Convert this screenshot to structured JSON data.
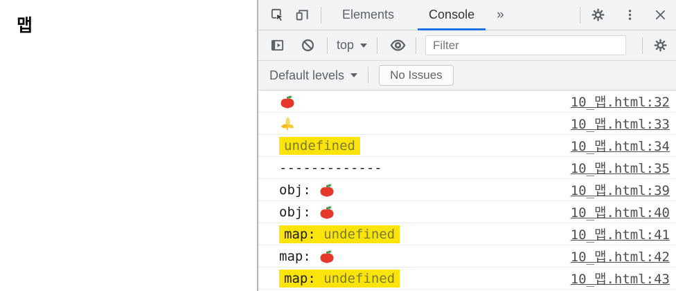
{
  "page": {
    "heading": "맵"
  },
  "devtools": {
    "tabbar": {
      "tabs": [
        {
          "label": "Elements",
          "active": false
        },
        {
          "label": "Console",
          "active": true
        }
      ],
      "more_tabs_label": "»",
      "icons": [
        "inspect",
        "device-toolbar",
        "settings-gear",
        "kebab-menu",
        "close"
      ]
    },
    "toolbar": {
      "context_selector": "top",
      "filter_placeholder": "Filter",
      "filter_value": "",
      "icons": [
        "show-console-sidebar",
        "clear-console",
        "eye-live-expression",
        "settings-gear"
      ]
    },
    "levelsbar": {
      "levels_label": "Default levels",
      "issues_label": "No Issues"
    },
    "console": {
      "rows": [
        {
          "parts": [
            {
              "emoji": "apple",
              "char": "🍎"
            }
          ],
          "source": "10_맵.html:32"
        },
        {
          "parts": [
            {
              "emoji": "banana",
              "char": "🍌"
            }
          ],
          "source": "10_맵.html:33"
        },
        {
          "parts": [
            {
              "text": "undefined",
              "style": "undefined",
              "highlight": true
            }
          ],
          "source": "10_맵.html:34"
        },
        {
          "parts": [
            {
              "text": "-------------"
            }
          ],
          "source": "10_맵.html:35"
        },
        {
          "parts": [
            {
              "text": "obj: "
            },
            {
              "emoji": "apple",
              "char": "🍎"
            }
          ],
          "source": "10_맵.html:39"
        },
        {
          "parts": [
            {
              "text": "obj: "
            },
            {
              "emoji": "apple",
              "char": "🍎"
            }
          ],
          "source": "10_맵.html:40"
        },
        {
          "parts": [
            {
              "text": "map: ",
              "highlight": true
            },
            {
              "text": "undefined",
              "style": "undefined",
              "highlight": true
            }
          ],
          "source": "10_맵.html:41"
        },
        {
          "parts": [
            {
              "text": "map: "
            },
            {
              "emoji": "apple",
              "char": "🍎"
            }
          ],
          "source": "10_맵.html:42"
        },
        {
          "parts": [
            {
              "text": "map: ",
              "highlight": true
            },
            {
              "text": "undefined",
              "style": "undefined",
              "highlight": true
            }
          ],
          "source": "10_맵.html:43"
        }
      ]
    },
    "colors": {
      "accent_blue": "#1a73e8",
      "toolbar_bg": "#f1f3f4",
      "icon_gray": "#5f6368",
      "highlight_yellow": "#fbe40b",
      "undefined_gray": "#7d7d7d",
      "link_gray": "#4e4e4e"
    }
  }
}
